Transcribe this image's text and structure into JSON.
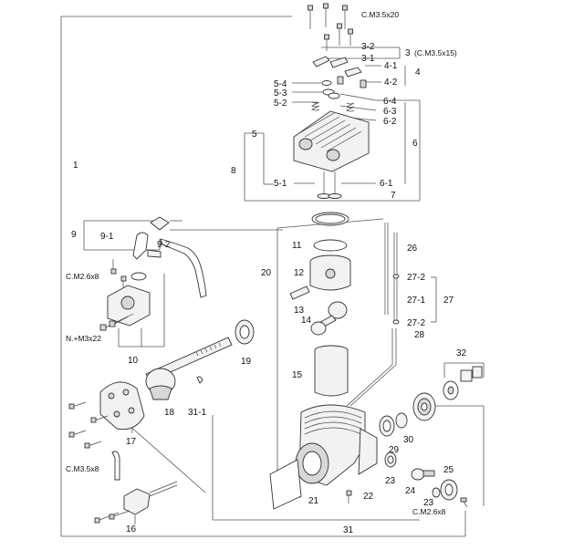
{
  "labels": {
    "l1": "1",
    "l3_2": "3-2",
    "l3": "3",
    "l3_spec": "(C.M3.5x15)",
    "l3_1": "3-1",
    "l4_1": "4-1",
    "l4": "4",
    "l4_2": "4-2",
    "l5_4": "5-4",
    "l5_3": "5-3",
    "l5_2": "5-2",
    "l6_4": "6-4",
    "l6_3": "6-3",
    "l6_2": "6-2",
    "l5": "5",
    "l6": "6",
    "l8": "8",
    "l5_1": "5-1",
    "l6_1": "6-1",
    "l7": "7",
    "top_screw": "C.M3.5x20",
    "l9": "9",
    "l9_1": "9-1",
    "l9_2": "9-2",
    "cm26_top": "C.M2.6x8",
    "nm3": "N.+M3x22",
    "l10": "10",
    "l11": "11",
    "l12": "12",
    "l13": "13",
    "l14": "14",
    "l15": "15",
    "l16": "16",
    "l17": "17",
    "l18": "18",
    "l19": "19",
    "l20": "20",
    "l21": "21",
    "l22": "22",
    "l23a": "23",
    "l23b": "23",
    "l24": "24",
    "l25": "25",
    "l26": "26",
    "l27_2a": "27-2",
    "l27_1": "27-1",
    "l27": "27",
    "l27_2b": "27-2",
    "l28": "28",
    "l29": "29",
    "l30": "30",
    "l31_1": "31-1",
    "l31": "31",
    "l32": "32",
    "cm35": "C.M3.5x8",
    "cm26_bot": "C.M2.6x8"
  }
}
